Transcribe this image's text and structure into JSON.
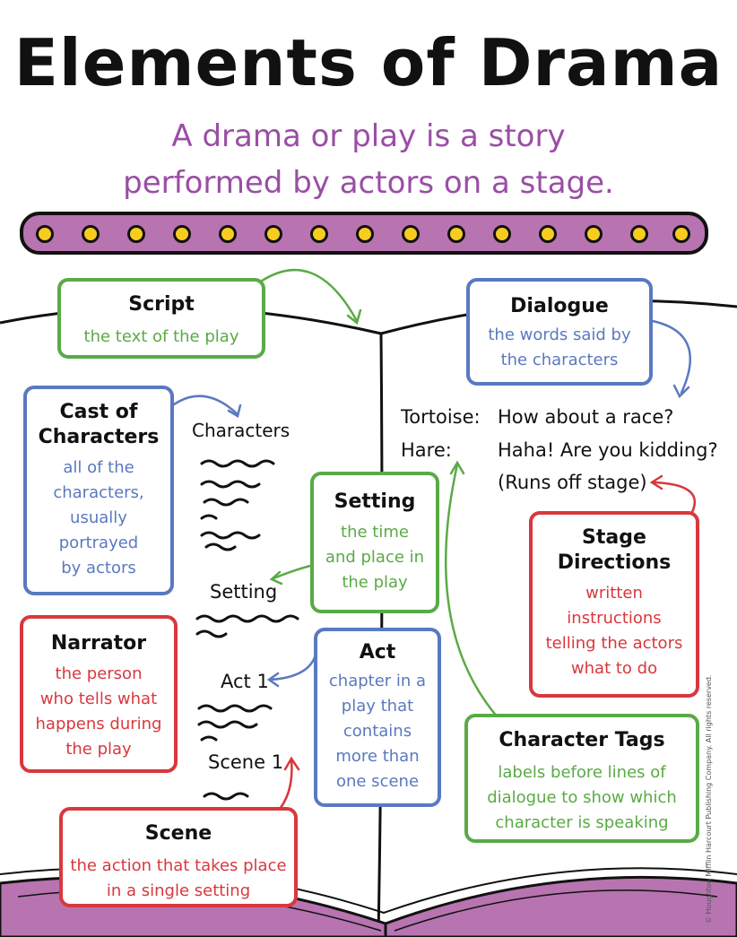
{
  "title": "Elements of Drama",
  "subtitle_line1": "A drama or play is a story",
  "subtitle_line2": "performed by actors on a stage.",
  "cards": {
    "script": {
      "title": "Script",
      "text": "the text of the play"
    },
    "dialogue": {
      "title": "Dialogue",
      "line1": "the words said by",
      "line2": "the characters"
    },
    "cast": {
      "title1": "Cast of",
      "title2": "Characters",
      "line1": "all of the",
      "line2": "characters,",
      "line3": "usually",
      "line4": "portrayed",
      "line5": "by actors"
    },
    "setting": {
      "title": "Setting",
      "line1": "the time",
      "line2": "and place in",
      "line3": "the play"
    },
    "stage": {
      "title1": "Stage",
      "title2": "Directions",
      "line1": "written",
      "line2": "instructions",
      "line3": "telling the actors",
      "line4": "what to do"
    },
    "narrator": {
      "title": "Narrator",
      "line1": "the person",
      "line2": "who tells what",
      "line3": "happens during",
      "line4": "the play"
    },
    "act": {
      "title": "Act",
      "line1": "chapter in a",
      "line2": "play that",
      "line3": "contains",
      "line4": "more than",
      "line5": "one scene"
    },
    "tags": {
      "title": "Character Tags",
      "line1": "labels before lines of",
      "line2": "dialogue to show which",
      "line3": "character is speaking"
    },
    "scene": {
      "title": "Scene",
      "line1": "the action that takes place",
      "line2": "in a single setting"
    }
  },
  "page": {
    "characters": "Characters",
    "setting": "Setting",
    "act": "Act 1",
    "scene": "Scene 1",
    "tortoise": "Tortoise:",
    "tortoise_line": "How about a race?",
    "hare": "Hare:",
    "hare_line": "Haha! Are you kidding?",
    "stage_dir": "(Runs off stage)"
  },
  "credit": "© Houghton Mifflin Harcourt Publishing Company. All rights reserved.",
  "colors": {
    "purple": "#9a4ea5",
    "green": "#5aaa46",
    "blue": "#5a79c0",
    "red": "#d8383d",
    "yellow": "#f7cc1f"
  }
}
